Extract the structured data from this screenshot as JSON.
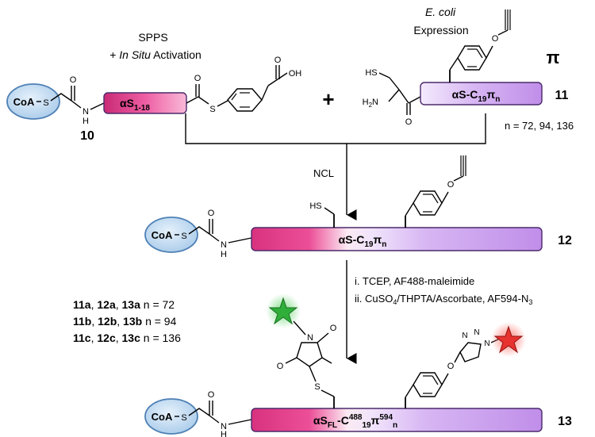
{
  "headers": {
    "sp_line1": "SPPS",
    "sp_plus": "+ ",
    "sp_insitu": "In Situ",
    "sp_activation": " Activation",
    "ecoli": "E. coli",
    "expression": "Expression"
  },
  "groups": {
    "coa": "CoA",
    "s": "S",
    "o": "O",
    "oh": "OH",
    "hs": "HS",
    "h2n_h": "H",
    "h2n_sub": "2",
    "h2n_n": "N",
    "nh": "H",
    "n": "N",
    "pi": "π",
    "triazole_n": "N"
  },
  "peptides": {
    "p10_main": "αS",
    "p10_sub": "1-18",
    "p11_main": "αS-C",
    "p11_sub": "19",
    "p11_pi": "π",
    "p11_n": "n",
    "p12_main": "αS-C",
    "p12_sub": "19",
    "p12_pi": "π",
    "p12_n": "n",
    "p13_main": "αS",
    "p13_fl": "FL",
    "p13_c": "-C",
    "p13_sup1": "488",
    "p13_sub1": "19",
    "p13_pi": "π",
    "p13_sup2": "594",
    "p13_n": "n"
  },
  "compounds": {
    "c10": "10",
    "c11": "11",
    "c12": "12",
    "c13": "13",
    "plus": "+",
    "n_values": "n = 72, 94, 136"
  },
  "steps": {
    "ncl": "NCL",
    "step1": "i. TCEP, AF488-maleimide",
    "step2_a": "ii. CuSO",
    "step2_sub1": "4",
    "step2_b": "/THPTA/Ascorbate, AF594-N",
    "step2_sub2": "3"
  },
  "legend": [
    {
      "ids": [
        "11a",
        "12a",
        "13a"
      ],
      "n": "n = 72"
    },
    {
      "ids": [
        "11b",
        "12b",
        "13b"
      ],
      "n": "n = 94"
    },
    {
      "ids": [
        "11c",
        "12c",
        "13c"
      ],
      "n": "n = 136"
    }
  ],
  "colors": {
    "coa_fill": "#bcd7ee",
    "coa_stroke": "#4f81b5",
    "pink": "#e3458f",
    "purple": "#c9a3ec",
    "purple_stroke": "#4a2a6a",
    "green_star": "#2fae3a",
    "red_star": "#e8322f"
  }
}
